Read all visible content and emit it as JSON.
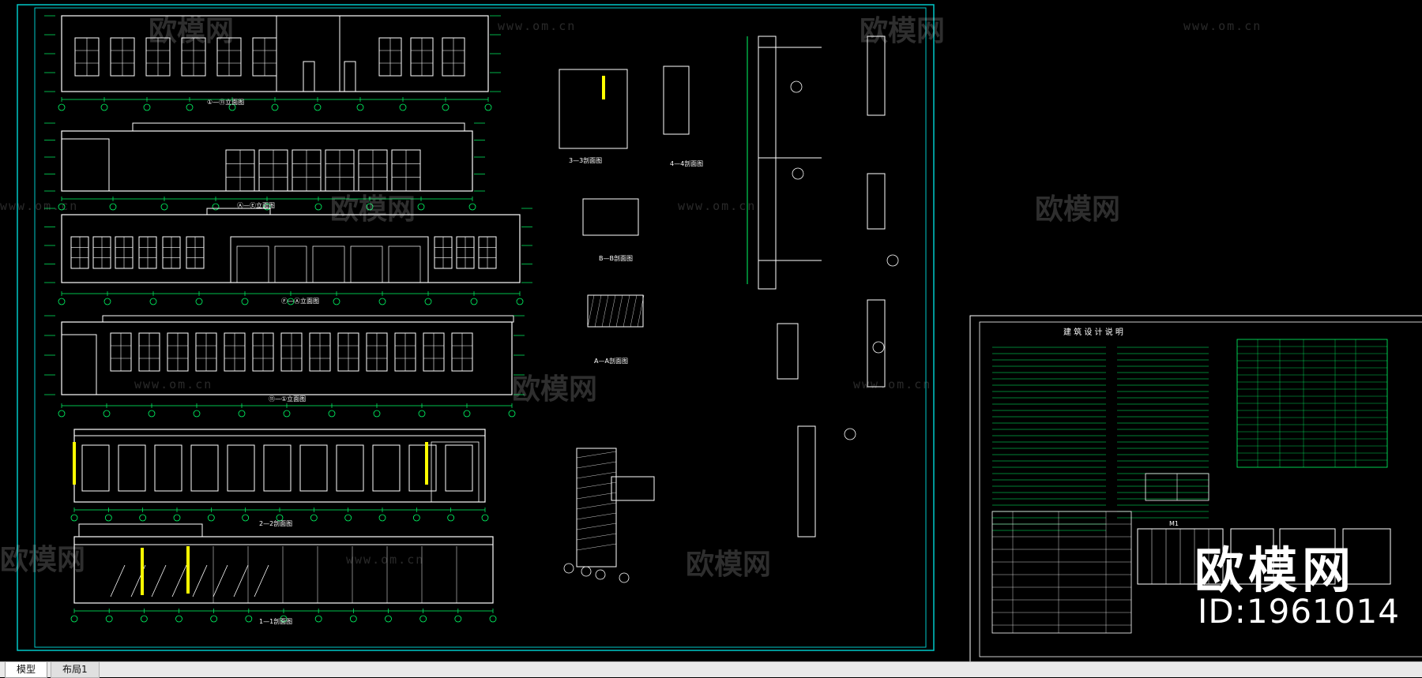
{
  "watermark": {
    "logo_text": "欧模网",
    "url": "www.om.cn",
    "brand": "欧模网",
    "id": "ID:1961014"
  },
  "colors": {
    "frame": "#00c8c8",
    "line": "#ffffff",
    "dim": "#00ff66",
    "accent": "#ffff00",
    "tabbar": "#e9e9e9"
  },
  "labels": {
    "elev1": "①—⑪立面图",
    "elev2": "Ⓐ—Ⓔ立面图",
    "elev3": "Ⓕ—Ⓐ立面图",
    "elev4": "⑪—①立面图",
    "sec22": "2—2剖面图",
    "sec11": "1—1剖面图",
    "secAA": "A—A剖面图",
    "secBB": "B—B剖面图",
    "sec33": "3—3剖面图",
    "sec44": "4—4剖面图",
    "notes_title": "建 筑 设 计 说 明",
    "m_label": "M1"
  },
  "tabs": [
    {
      "label": "模型",
      "active": true
    },
    {
      "label": "布局1",
      "active": false
    }
  ]
}
